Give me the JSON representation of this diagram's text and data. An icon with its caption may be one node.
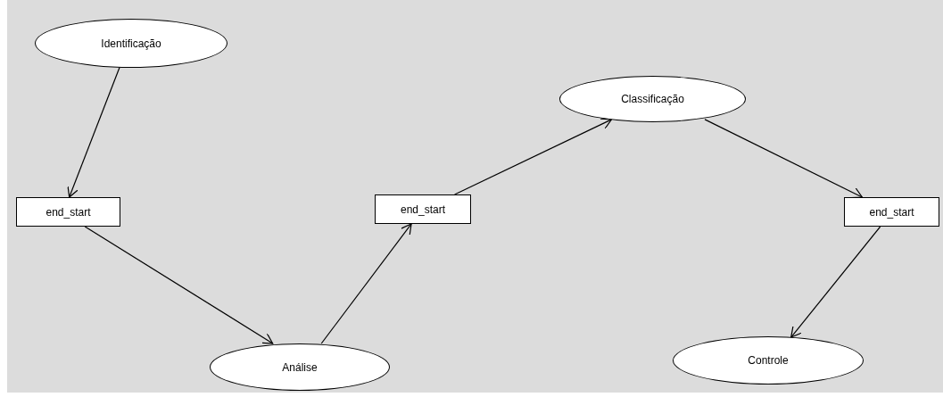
{
  "diagram": {
    "nodes": [
      {
        "text": [
          "Identificação"
        ]
      },
      {
        "text": [
          "end_start"
        ]
      },
      {
        "text": [
          "Análise"
        ]
      },
      {
        "text": [
          "end_start"
        ]
      },
      {
        "text": [
          "Classificação"
        ]
      },
      {
        "text": [
          "end_start"
        ]
      },
      {
        "text": [
          "Controle"
        ]
      }
    ],
    "edges": [
      {
        "from": 0,
        "to": 1,
        "arrow": "to"
      },
      {
        "from": 1,
        "to": 2,
        "arrow": "to"
      },
      {
        "from": 2,
        "to": 3,
        "arrow": "to"
      },
      {
        "from": 3,
        "to": 4,
        "arrow": "to"
      },
      {
        "from": 4,
        "to": 5,
        "arrow": "to"
      },
      {
        "from": 5,
        "to": 6,
        "arrow": "to"
      }
    ]
  }
}
